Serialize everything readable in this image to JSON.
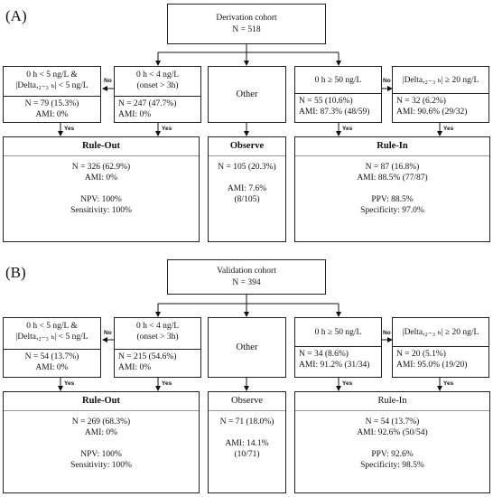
{
  "panel_a": {
    "label": "(A)",
    "top": {
      "title": "Derivation cohort",
      "n": "N = 518"
    },
    "b1": {
      "line1": "0 h < 5 ng/L &",
      "line2": "|Delta,₂₋₃ ₕ| < 5 ng/L",
      "n": "N = 79 (15.3%)",
      "ami": "AMI: 0%"
    },
    "b2": {
      "line1": "0 h < 4 ng/L",
      "line2": "(onset > 3h)",
      "n": "N = 247 (47.7%)",
      "ami": "AMI: 0%"
    },
    "b3": {
      "title": "Other"
    },
    "b4": {
      "line1": "0 h ≥ 50 ng/L",
      "n": "N = 55 (10.6%)",
      "ami": "AMI: 87.3% (48/59)"
    },
    "b5": {
      "line1": "|Delta,₂₋₃ ₕ| ≥ 20 ng/L",
      "n": "N = 32 (6.2%)",
      "ami": "AMI: 90.6% (29/32)"
    },
    "rule_out": {
      "title": "Rule-Out",
      "n": "N = 326 (62.9%)",
      "ami": "AMI: 0%",
      "npv": "NPV: 100%",
      "sens": "Sensitivity: 100%"
    },
    "observe": {
      "title": "Observe",
      "n": "N = 105 (20.3%)",
      "ami": "AMI: 7.6%",
      "frac": "(8/105)"
    },
    "rule_in": {
      "title": "Rule-In",
      "n": "N = 87 (16.8%)",
      "ami": "AMI: 88.5% (77/87)",
      "ppv": "PPV: 88.5%",
      "spec": "Specificity: 97.0%"
    }
  },
  "panel_b": {
    "label": "(B)",
    "top": {
      "title": "Validation cohort",
      "n": "N = 394"
    },
    "b1": {
      "line1": "0 h < 5 ng/L &",
      "line2": "|Delta,₂₋₃ ₕ| < 5 ng/L",
      "n": "N = 54 (13.7%)",
      "ami": "AMI: 0%"
    },
    "b2": {
      "line1": "0 h < 4 ng/L",
      "line2": "(onset > 3h)",
      "n": "N = 215 (54.6%)",
      "ami": "AMI: 0%"
    },
    "b3": {
      "title": "Other"
    },
    "b4": {
      "line1": "0 h ≥ 50 ng/L",
      "n": "N = 34 (8.6%)",
      "ami": "AMI: 91.2% (31/34)"
    },
    "b5": {
      "line1": "|Delta,₂₋₃ ₕ| ≥ 20 ng/L",
      "n": "N = 20 (5.1%)",
      "ami": "AMI: 95.0% (19/20)"
    },
    "rule_out": {
      "title": "Rule-Out",
      "n": "N = 269 (68.3%)",
      "ami": "AMI: 0%",
      "npv": "NPV: 100%",
      "sens": "Sensitivity: 100%"
    },
    "observe": {
      "title": "Observe",
      "n": "N = 71 (18.0%)",
      "ami": "AMI: 14.1%",
      "frac": "(10/71)"
    },
    "rule_in": {
      "title": "Rule-In",
      "n": "N = 54 (13.7%)",
      "ami": "AMI: 92.6% (50/54)",
      "ppv": "PPV: 92.6%",
      "spec": "Specificity: 98.5%"
    }
  },
  "edge_labels": {
    "yes": "Yes",
    "no": "No"
  }
}
